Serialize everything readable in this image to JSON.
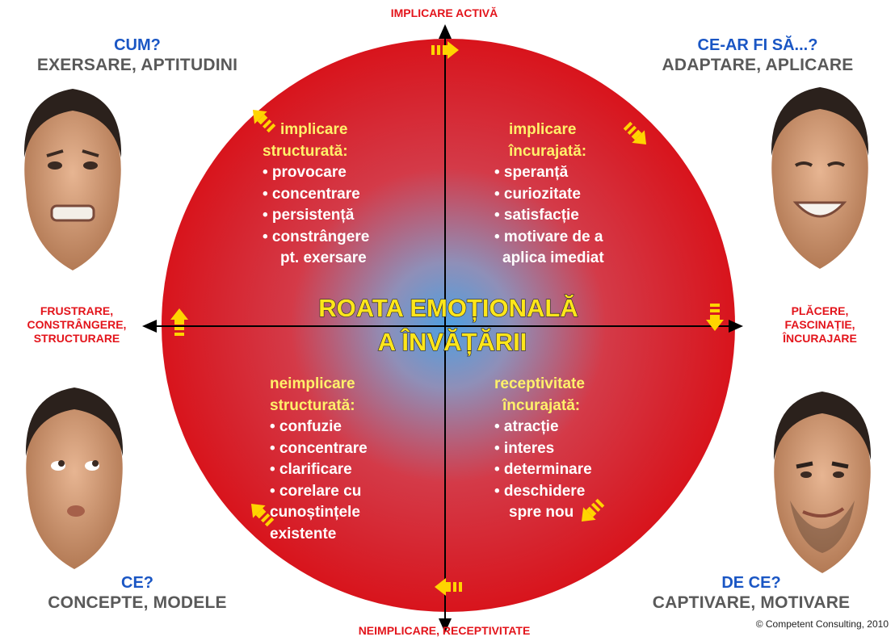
{
  "axes": {
    "top": "IMPLICARE ACTIVĂ",
    "bottom": "NEIMPLICARE, RECEPTIVITATE",
    "left": [
      "FRUSTRARE,",
      "CONSTRÂNGERE,",
      "STRUCTURARE"
    ],
    "right": [
      "PLĂCERE,",
      "FASCINAȚIE,",
      "ÎNCURAJARE"
    ]
  },
  "corners": {
    "top_left": {
      "question": "CUM?",
      "subtitle": "EXERSARE, APTITUDINI"
    },
    "top_right": {
      "question": "CE-AR FI SĂ...?",
      "subtitle": "ADAPTARE, APLICARE"
    },
    "bottom_left": {
      "question": "CE?",
      "subtitle": "CONCEPTE, MODELE"
    },
    "bottom_right": {
      "question": "DE CE?",
      "subtitle": "CAPTIVARE, MOTIVARE"
    }
  },
  "center_title": [
    "ROATA EMOȚIONALĂ",
    "A ÎNVĂȚĂRII"
  ],
  "quadrants": {
    "top_left": {
      "heading": [
        "implicare",
        "structurată:"
      ],
      "items": [
        "• provocare",
        "• concentrare",
        "• persistență",
        "• constrângere",
        "  pt. exersare"
      ]
    },
    "top_right": {
      "heading": [
        "implicare",
        "încurajată:"
      ],
      "items": [
        "• speranță",
        "• curiozitate",
        "• satisfacție",
        "• motivare de a",
        "aplica imediat"
      ]
    },
    "bottom_left": {
      "heading": [
        "neimplicare",
        "structurată:"
      ],
      "items": [
        "• confuzie",
        "• concentrare",
        "• clarificare",
        "• corelare cu",
        "  cunoștințele",
        "  existente"
      ]
    },
    "bottom_right": {
      "heading": [
        "receptivitate",
        "încurajată:"
      ],
      "items": [
        "• atracție",
        "• interes",
        "• determinare",
        "• deschidere",
        "  spre nou"
      ]
    }
  },
  "copyright": "© Competent Consulting, 2010",
  "colors": {
    "axis_label": "#e3141b",
    "question": "#1a56c4",
    "subtitle": "#595959",
    "wheel_outer": "#d8141c",
    "wheel_center": "#4f9fe0",
    "heading_yellow": "#fff16a",
    "title_yellow": "#ffe61a",
    "arrow_yellow": "#ffd400"
  },
  "faces": {
    "top_left": "grimacing-face",
    "top_right": "smiling-face",
    "bottom_left": "thinking-face",
    "bottom_right": "smirking-face"
  }
}
